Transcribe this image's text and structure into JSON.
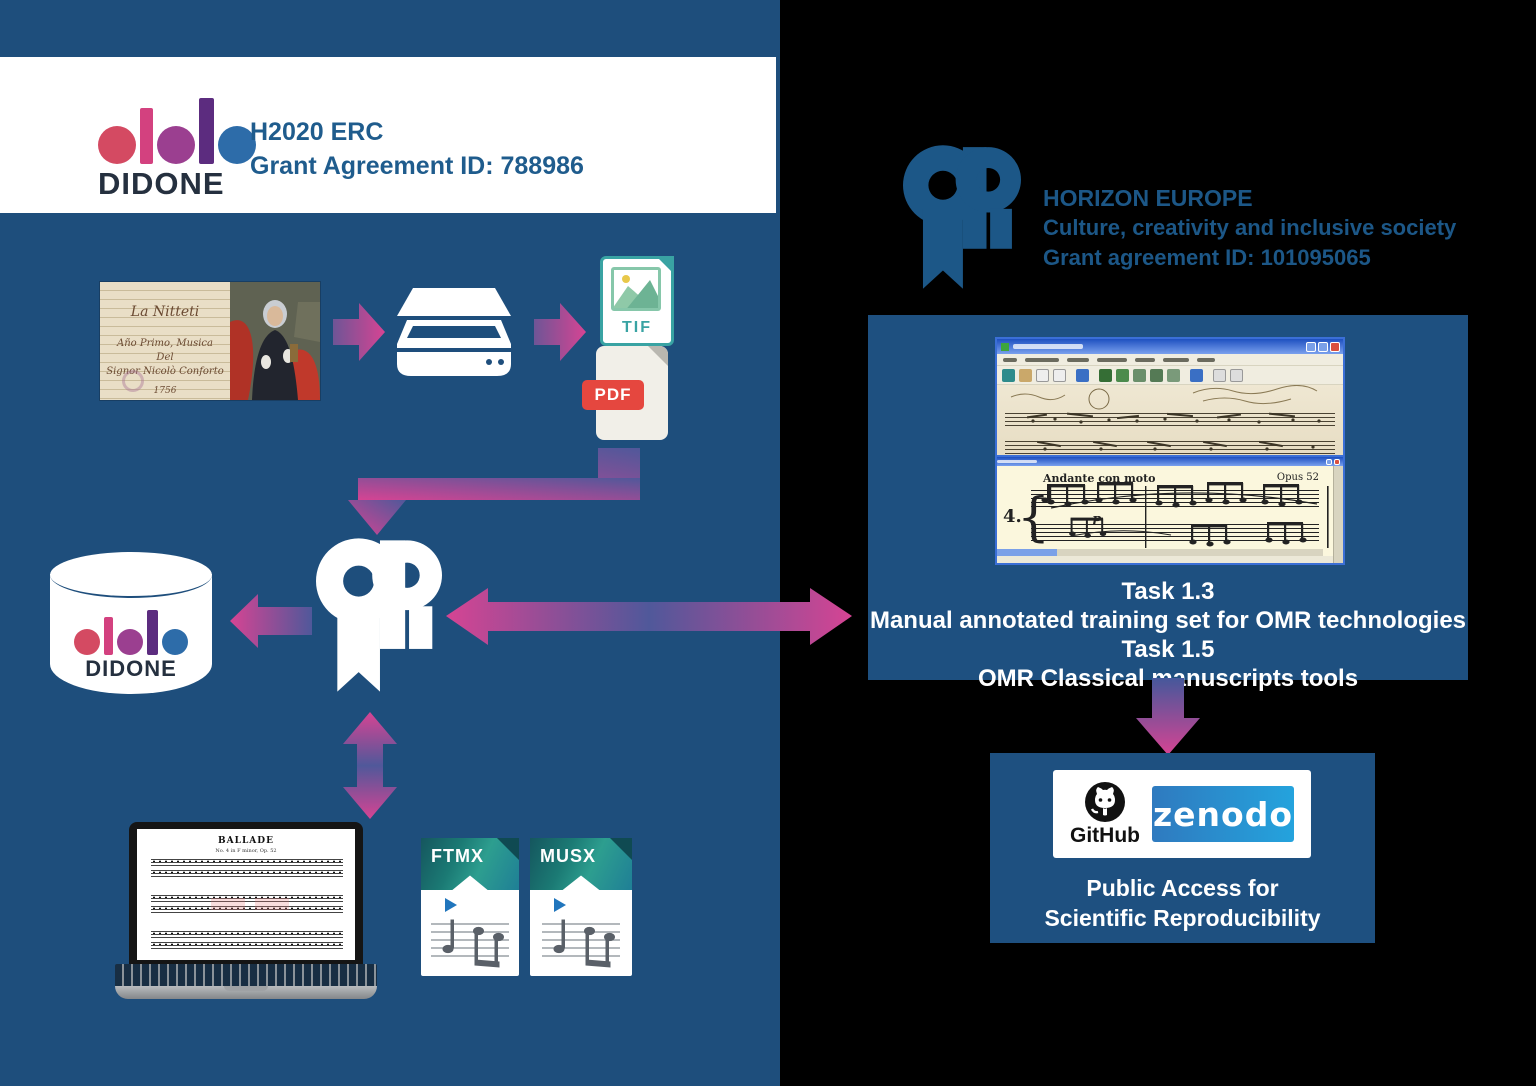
{
  "colors": {
    "panel_blue": "#1e4e7c",
    "box_blue": "#1e5080",
    "horizon_blue": "#1c5787",
    "arrow_pink": "#d64493",
    "arrow_dim": "#53589a",
    "didone_red": "#d44a62",
    "didone_pink": "#d3417f",
    "didone_purple": "#9b3f90",
    "didone_dark_purple": "#5c2c7f",
    "didone_blue": "#2d6ca9",
    "tif_teal": "#39a3a3",
    "pdf_red": "#e5473f",
    "zenodo_gradient": [
      "#2f7abf",
      "#24a3dd"
    ]
  },
  "header": {
    "brand": "DIDONE",
    "line1": "H2020 ERC",
    "line2": "Grant Agreement ID: 788986"
  },
  "horizon": {
    "line1": "HORIZON EUROPE",
    "line2": "Culture, creativity and inclusive society",
    "line3": "Grant agreement ID: 101095065"
  },
  "manuscript": {
    "lines": [
      "La Nitteti",
      "Año Primo, Musica",
      "Del",
      "Signor Nicolò Conforto",
      "1756"
    ]
  },
  "file_icons": {
    "tif": "TIF",
    "pdf": "PDF",
    "ftmx": "FTMX",
    "musx": "MUSX"
  },
  "database": {
    "brand": "DIDONE"
  },
  "laptop": {
    "title": "BALLADE",
    "subtitle": "No. 4 in F minor, Op. 52"
  },
  "omr_box": {
    "score_window": {
      "tempo": "Andante con moto",
      "opus": "Opus 52",
      "number": "4.",
      "dynamic": "P"
    },
    "tasks": [
      "Task 1.3",
      "Manual annotated training set for OMR technologies",
      "Task 1.5",
      "OMR Classical manuscripts tools"
    ]
  },
  "publish": {
    "github": "GitHub",
    "zenodo": "zenodo",
    "caption_line1": "Public Access for",
    "caption_line2": "Scientific Reproducibility"
  }
}
